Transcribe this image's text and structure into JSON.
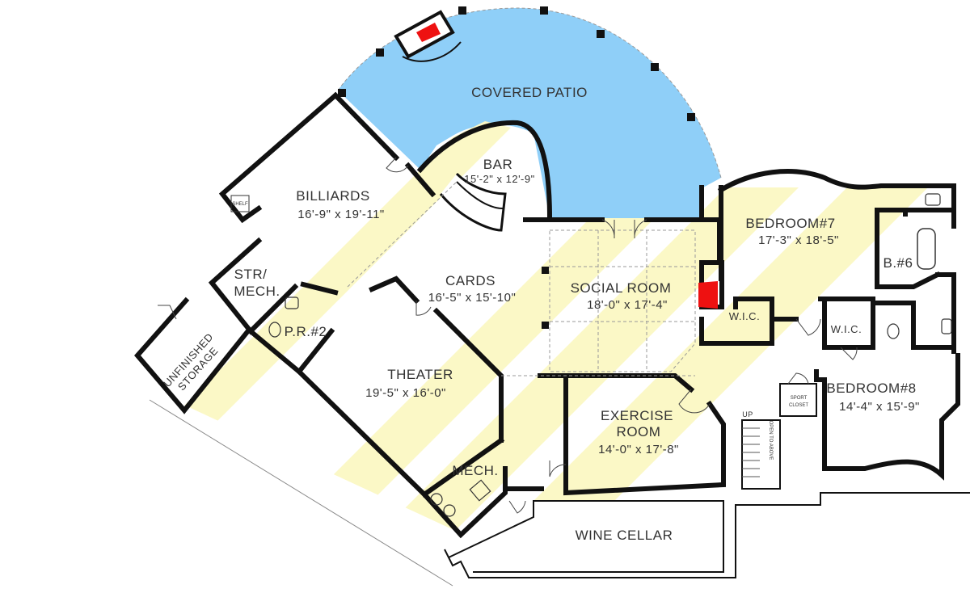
{
  "colors": {
    "patio_fill": "#8fcff8",
    "hearth_fill": "#ee1111",
    "light_band": "#fbf8c6",
    "wall": "#111111"
  },
  "rooms": {
    "covered_patio": {
      "name": "COVERED PATIO"
    },
    "bar": {
      "name": "BAR",
      "dims": "15'-2\" x 12'-9\""
    },
    "billiards": {
      "name": "BILLIARDS",
      "dims": "16'-9\" x 19'-11\""
    },
    "cards": {
      "name": "CARDS",
      "dims": "16'-5\" x 15'-10\""
    },
    "social_room": {
      "name": "SOCIAL ROOM",
      "dims": "18'-0\" x 17'-4\""
    },
    "bedroom7": {
      "name": "BEDROOM#7",
      "dims": "17'-3\" x 18'-5\""
    },
    "bath6": {
      "name": "B.#6"
    },
    "wic1": {
      "name": "W.I.C."
    },
    "wic2": {
      "name": "W.I.C."
    },
    "bedroom8": {
      "name": "BEDROOM#8",
      "dims": "14'-4\" x 15'-9\""
    },
    "str_mech": {
      "line1": "STR/",
      "line2": "MECH."
    },
    "pr2": {
      "name": "P.R.#2"
    },
    "unfinished_storage": {
      "line1": "UNFINISHED",
      "line2": "STORAGE"
    },
    "theater": {
      "name": "THEATER",
      "dims": "19'-5\" x 16'-0\""
    },
    "mech": {
      "name": "MECH."
    },
    "exercise_room": {
      "line1": "EXERCISE",
      "line2": "ROOM",
      "dims": "14'-0\" x 17'-8\""
    },
    "wine_cellar": {
      "name": "WINE CELLAR"
    },
    "sport_closet": {
      "line1": "SPORT",
      "line2": "CLOSET"
    },
    "stair": {
      "up": "UP",
      "open_to_above": "OPEN TO ABOVE"
    },
    "shelf": {
      "name": "SHELF"
    }
  }
}
